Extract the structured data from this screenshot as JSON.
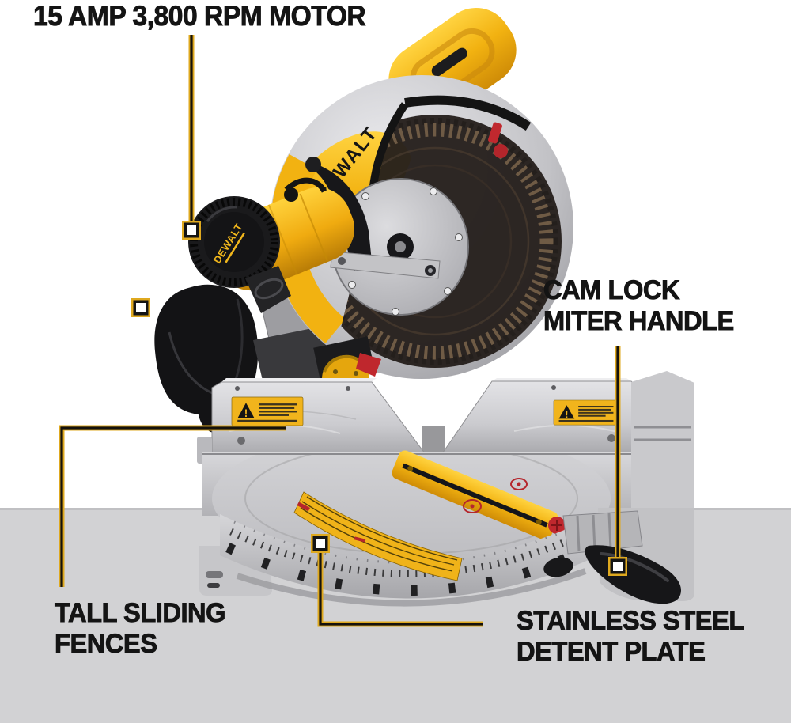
{
  "brand": {
    "name": "DEWALT"
  },
  "warning": {
    "exclamation": "!"
  },
  "callouts": {
    "motor": {
      "label": "15 AMP 3,800 RPM MOTOR"
    },
    "cam_lock": {
      "line1": "CAM LOCK",
      "line2": "MITER HANDLE"
    },
    "fences": {
      "line1": "TALL SLIDING",
      "line2": "FENCES"
    },
    "detent_plate": {
      "line1": "STAINLESS STEEL",
      "line2": "DETENT PLATE"
    }
  },
  "markers": {
    "style": "white square with black inner border and yellow outer border",
    "locations": [
      "motor housing",
      "dust bag",
      "cam lock handle",
      "detent plate scale"
    ]
  },
  "colors": {
    "brand_yellow": "#F2B211",
    "callout_line_yellow": "#DFA91F",
    "label_text": "#141414",
    "floor_gray": "#D2D2D4",
    "metal_silver": "#C6C6C9",
    "accent_red": "#C0282E"
  }
}
